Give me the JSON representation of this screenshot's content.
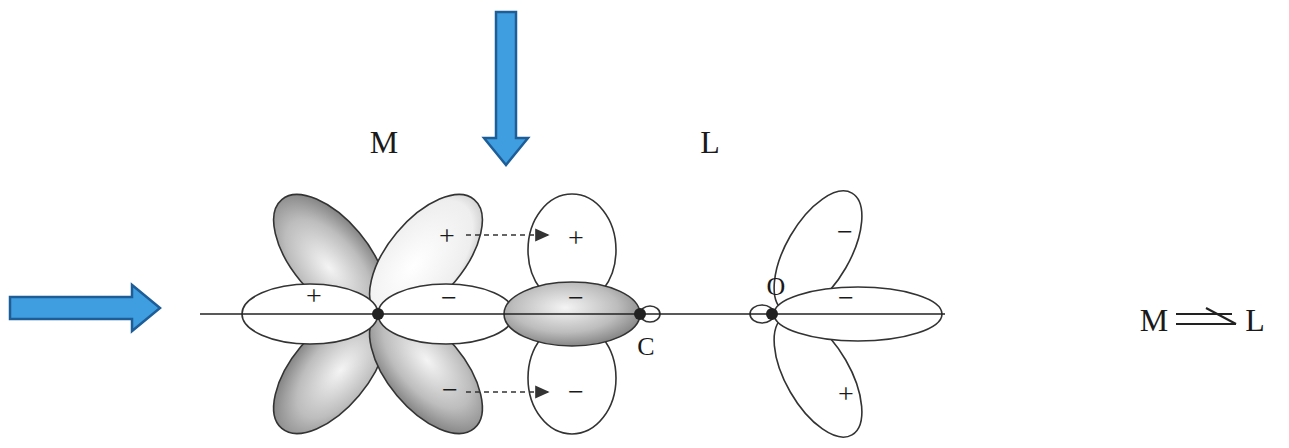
{
  "diagram": {
    "labels": [
      "M",
      "L",
      "+",
      "+",
      "+",
      "−",
      "−",
      "C",
      "O",
      "−",
      "−",
      "+",
      "−",
      "−",
      "M",
      "L"
    ]
  }
}
